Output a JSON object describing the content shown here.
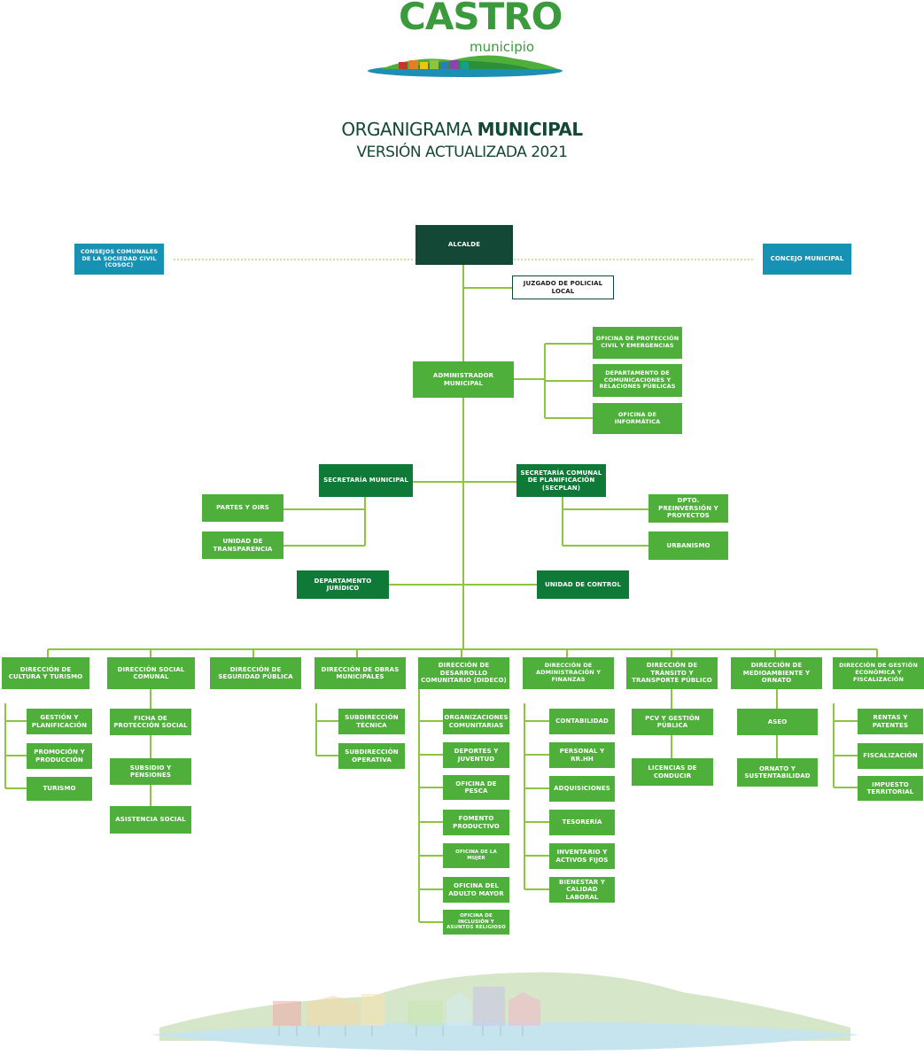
{
  "logo": {
    "word": "CASTRO",
    "sub": "municipio"
  },
  "header": {
    "title_part1": "ORGANIGRAMA ",
    "title_part2": "MUNICIPAL",
    "subtitle": "VERSIÓN ACTUALIZADA 2021"
  },
  "colors": {
    "green": "#4eb03a",
    "mid_green": "#0f7a37",
    "dark_green": "#134836",
    "blue": "#1791b4",
    "connector": "#8cc63f"
  },
  "nodes": {
    "alcalde": "ALCALDE",
    "cosoc": "CONSEJOS COMUNALES DE LA SOCIEDAD CIVIL (COSOC)",
    "concejo": "CONCEJO MUNICIPAL",
    "juzgado": "JUZGADO DE POLICIAL LOCAL",
    "admin": "ADMINISTRADOR MUNICIPAL",
    "of_proteccion": "OFICINA DE PROTECCIÓN CIVIL Y EMERGENCIAS",
    "dep_comunicaciones": "DEPARTAMENTO DE COMUNICACIONES Y RELACIONES PÚBLICAS",
    "of_informatica": "OFICINA DE INFORMÁTICA",
    "sec_municipal": "SECRETARÍA MUNICIPAL",
    "partes": "PARTES Y OIRS",
    "transparencia": "UNIDAD DE TRANSPARENCIA",
    "secplan": "SECRETARÍA COMUNAL DE PLANIFICACIÓN (SECPLAN)",
    "preinversion": "DPTO. PREINVERSIÓN Y PROYECTOS",
    "urbanismo": "URBANISMO",
    "juridico": "DEPARTAMENTO JURÍDICO",
    "control": "UNIDAD DE CONTROL"
  },
  "directions": [
    {
      "title": "DIRECCIÓN DE CULTURA Y TURISMO",
      "children": [
        "GESTIÓN Y PLANIFICACIÓN",
        "PROMOCIÓN Y PRODUCCIÓN",
        "TURISMO"
      ]
    },
    {
      "title": "DIRECCIÓN SOCIAL COMUNAL",
      "children": [
        "FICHA DE PROTECCIÓN SOCIAL",
        "SUBSIDIO Y PENSIONES",
        "ASISTENCIA SOCIAL"
      ]
    },
    {
      "title": "DIRECCIÓN DE SEGURIDAD PÚBLICA",
      "children": []
    },
    {
      "title": "DIRECCIÓN DE OBRAS MUNICIPALES",
      "children": [
        "SUBDIRECCIÓN TÉCNICA",
        "SUBDIRECCIÓN OPERATIVA"
      ]
    },
    {
      "title": "DIRECCIÓN DE DESARROLLO COMUNITARIO (DIDECO)",
      "children": [
        "ORGANIZACIONES COMUNITARIAS",
        "DEPORTES Y JUVENTUD",
        "OFICINA DE PESCA",
        "FOMENTO PRODUCTIVO",
        "OFICINA DE LA MUJER",
        "OFICINA DEL ADULTO MAYOR",
        "OFICINA DE INCLUSIÓN Y ASUNTOS RELIGIOSO"
      ]
    },
    {
      "title": "DIRECCIÓN DE ADMINISTRACIÓN Y FINANZAS",
      "children": [
        "CONTABILIDAD",
        "PERSONAL Y RR.HH",
        "ADQUISICIONES",
        "TESORERÍA",
        "INVENTARIO Y ACTIVOS FIJOS",
        "BIENESTAR Y CALIDAD LABORAL"
      ]
    },
    {
      "title": "DIRECCIÓN DE TRÁNSITO Y TRANSPORTE PÚBLICO",
      "children": [
        "PCV Y GESTIÓN PÚBLICA",
        "LICENCIAS DE CONDUCIR"
      ]
    },
    {
      "title": "DIRECCIÓN DE MEDIOAMBIENTE Y ORNATO",
      "children": [
        "ASEO",
        "ORNATO Y SUSTENTABILIDAD"
      ]
    },
    {
      "title": "DIRECCIÓN DE GESTIÓN ECONÓMICA Y FISCALIZACIÓN",
      "children": [
        "RENTAS Y PATENTES",
        "FISCALIZACIÓN",
        "IMPUESTO TERRITORIAL"
      ]
    }
  ]
}
